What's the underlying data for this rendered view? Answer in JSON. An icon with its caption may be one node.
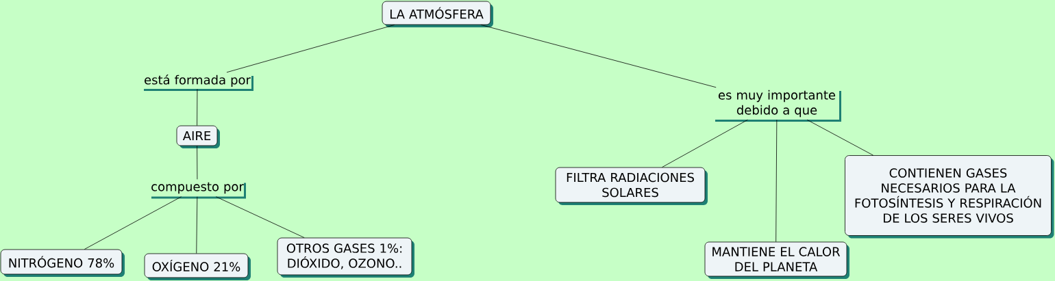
{
  "diagram": {
    "nodes": [
      {
        "text": [
          "LA ATMÓSFERA"
        ]
      },
      {
        "text": [
          "está formada por"
        ]
      },
      {
        "text": [
          "es muy importante debido a que"
        ]
      },
      {
        "text": [
          "AIRE"
        ]
      },
      {
        "text": [
          "compuesto por"
        ]
      },
      {
        "text": [
          "NITRÓGENO 78%"
        ]
      },
      {
        "text": [
          "OXÍGENO 21%"
        ]
      },
      {
        "text": [
          "OTROS GASES 1%: DIÓXIDO, OZONO.."
        ]
      },
      {
        "text": [
          "FILTRA RADIACIONES SOLARES"
        ]
      },
      {
        "text": [
          "MANTIENE EL CALOR DEL PLANETA"
        ]
      },
      {
        "text": [
          "CONTIENEN GASES NECESARIOS PARA LA FOTOSÍNTESIS Y RESPIRACIÓN DE LOS SERES VIVOS"
        ]
      }
    ],
    "edges": [
      {
        "from": 0,
        "to": 1,
        "arrow": "none"
      },
      {
        "from": 0,
        "to": 2,
        "arrow": "none"
      },
      {
        "from": 1,
        "to": 3,
        "arrow": "none"
      },
      {
        "from": 3,
        "to": 4,
        "arrow": "none"
      },
      {
        "from": 4,
        "to": 5,
        "arrow": "none"
      },
      {
        "from": 4,
        "to": 6,
        "arrow": "none"
      },
      {
        "from": 4,
        "to": 7,
        "arrow": "none"
      },
      {
        "from": 2,
        "to": 8,
        "arrow": "none"
      },
      {
        "from": 2,
        "to": 9,
        "arrow": "none"
      },
      {
        "from": 2,
        "to": 10,
        "arrow": "none"
      }
    ]
  }
}
